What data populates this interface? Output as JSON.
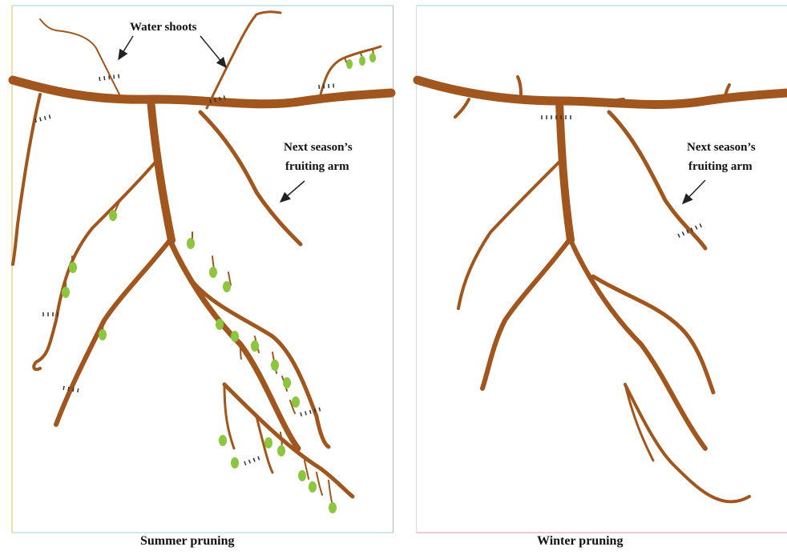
{
  "left_panel": {
    "label_water_shoots": "Water shoots",
    "label_next_season_1": "Next season’s",
    "label_next_season_2": "fruiting arm",
    "caption": "Summer pruning"
  },
  "right_panel": {
    "label_next_season_1": "Next season’s",
    "label_next_season_2": "fruiting arm",
    "caption": "Winter pruning"
  },
  "colors": {
    "branch": "#a0561c",
    "branch_dark": "#7a3d10",
    "grape": "#8cc63f",
    "cut_mark": "#333333",
    "arrow": "#222222"
  }
}
